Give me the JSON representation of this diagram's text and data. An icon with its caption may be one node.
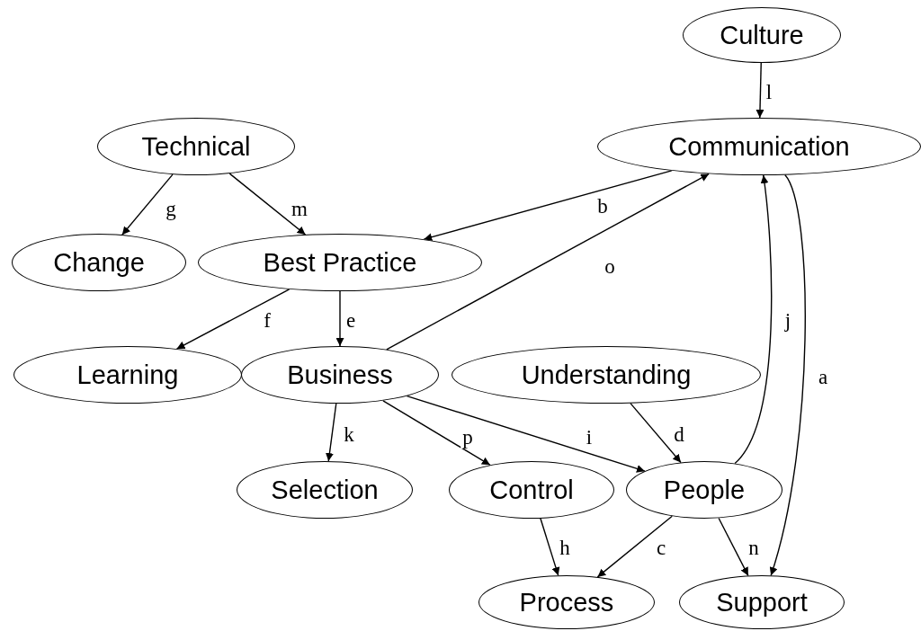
{
  "diagram": {
    "nodes": [
      {
        "text": [
          "Culture"
        ]
      },
      {
        "text": [
          "Technical"
        ]
      },
      {
        "text": [
          "Communication"
        ]
      },
      {
        "text": [
          "Change"
        ]
      },
      {
        "text": [
          "Best Practice"
        ]
      },
      {
        "text": [
          "Learning"
        ]
      },
      {
        "text": [
          "Business"
        ]
      },
      {
        "text": [
          "Understanding"
        ]
      },
      {
        "text": [
          "Selection"
        ]
      },
      {
        "text": [
          "Control"
        ]
      },
      {
        "text": [
          "People"
        ]
      },
      {
        "text": [
          "Process"
        ]
      },
      {
        "text": [
          "Support"
        ]
      }
    ],
    "edges": [
      {
        "from": 0,
        "to": 2,
        "arrow": "to",
        "label": "l"
      },
      {
        "from": 1,
        "to": 3,
        "arrow": "to",
        "label": "g"
      },
      {
        "from": 1,
        "to": 4,
        "arrow": "to",
        "label": "m"
      },
      {
        "from": 2,
        "to": 4,
        "arrow": "to",
        "label": "b"
      },
      {
        "from": 6,
        "to": 2,
        "arrow": "to",
        "label": "o"
      },
      {
        "from": 4,
        "to": 5,
        "arrow": "to",
        "label": "f"
      },
      {
        "from": 4,
        "to": 6,
        "arrow": "to",
        "label": "e"
      },
      {
        "from": 10,
        "to": 2,
        "arrow": "to",
        "label": "j"
      },
      {
        "from": 2,
        "to": 12,
        "arrow": "to",
        "label": "a"
      },
      {
        "from": 7,
        "to": 10,
        "arrow": "to",
        "label": "d"
      },
      {
        "from": 6,
        "to": 8,
        "arrow": "to",
        "label": "k"
      },
      {
        "from": 6,
        "to": 9,
        "arrow": "to",
        "label": "p"
      },
      {
        "from": 6,
        "to": 10,
        "arrow": "to",
        "label": "i"
      },
      {
        "from": 9,
        "to": 11,
        "arrow": "to",
        "label": "h"
      },
      {
        "from": 10,
        "to": 11,
        "arrow": "to",
        "label": "c"
      },
      {
        "from": 10,
        "to": 12,
        "arrow": "to",
        "label": "n"
      }
    ]
  }
}
